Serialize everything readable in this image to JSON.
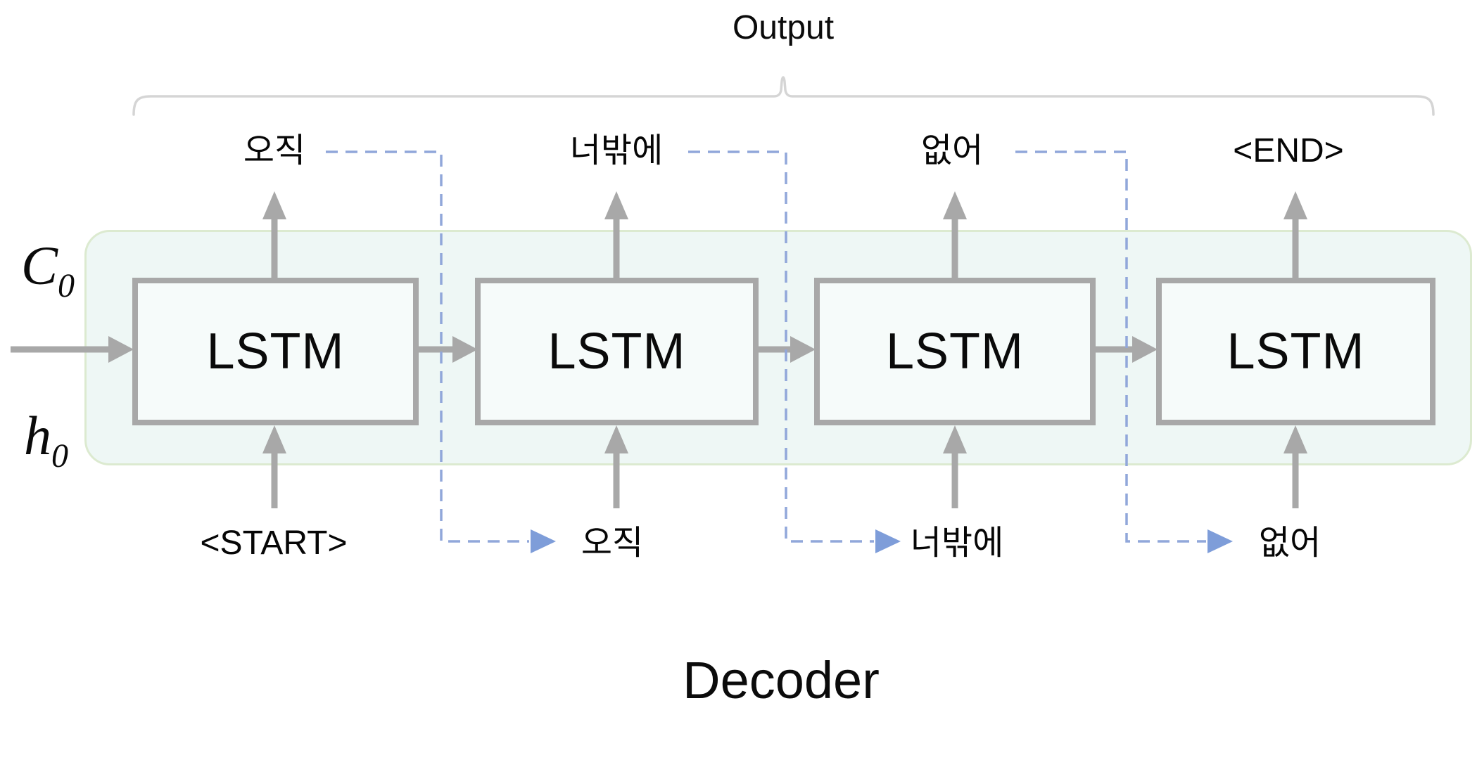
{
  "header": {
    "output_label": "Output"
  },
  "footer": {
    "title": "Decoder"
  },
  "initial_state": {
    "cell": {
      "base": "C",
      "sub": "0"
    },
    "hidden": {
      "base": "h",
      "sub": "0"
    }
  },
  "cells": [
    {
      "label": "LSTM",
      "input": "<START>",
      "output": "오직"
    },
    {
      "label": "LSTM",
      "input": "오직",
      "output": "너밖에"
    },
    {
      "label": "LSTM",
      "input": "너밖에",
      "output": "없어"
    },
    {
      "label": "LSTM",
      "input": "없어",
      "output": "<END>"
    }
  ],
  "colors": {
    "box_border_gray": "#a8a8a8",
    "arrow_gray": "#a8a8a8",
    "container_fill": "#eef7f5",
    "container_border_green": "#dcead0",
    "feedback_line_blue": "#91a7da",
    "feedback_arrow_blue": "#7e9dd9",
    "brace_gray": "#d5d5d5",
    "text": "#000000"
  }
}
